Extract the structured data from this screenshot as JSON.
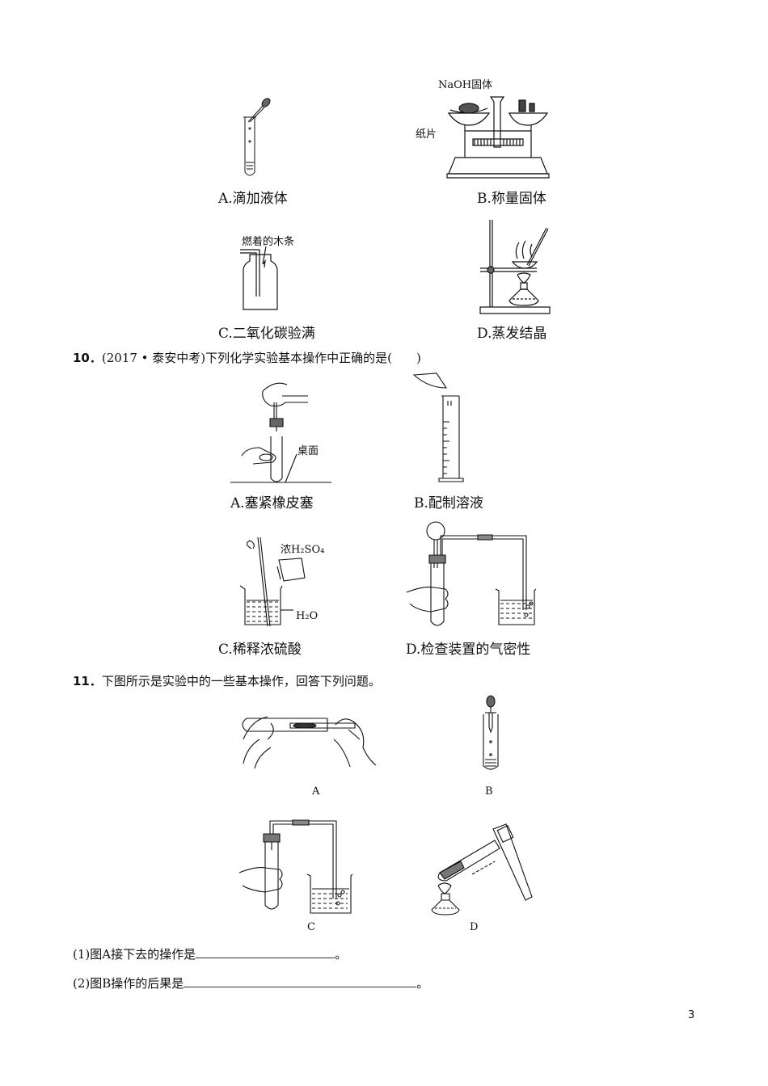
{
  "q9_figures": {
    "A": {
      "caption": "A.滴加液体"
    },
    "B": {
      "caption": "B.称量固体",
      "label_naoh": "NaOH固体",
      "label_paper": "纸片"
    },
    "C": {
      "caption": "C.二氧化碳验满",
      "label_stick": "燃着的木条"
    },
    "D": {
      "caption": "D.蒸发结晶"
    }
  },
  "q10": {
    "number": "10．",
    "source": "(2017 • 泰安中考)",
    "text": "下列化学实验基本操作中正确的是(　　)",
    "figures": {
      "A": {
        "caption": "A.塞紧橡皮塞",
        "label_desk": "桌面"
      },
      "B": {
        "caption": "B.配制溶液"
      },
      "C": {
        "caption": "C.稀释浓硫酸",
        "label_acid": "浓H₂SO₄",
        "label_water": "H₂O"
      },
      "D": {
        "caption": "D.检查装置的气密性"
      }
    }
  },
  "q11": {
    "number": "11．",
    "text": "下图所示是实验中的一些基本操作，回答下列问题。",
    "figures": {
      "A": "A",
      "B": "B",
      "C": "C",
      "D": "D"
    },
    "subquestions": [
      {
        "prefix": "(1)图A接下去的操作是",
        "suffix": "。"
      },
      {
        "prefix": "(2)图B操作的后果是",
        "suffix": "。"
      }
    ]
  },
  "page_number": "3"
}
